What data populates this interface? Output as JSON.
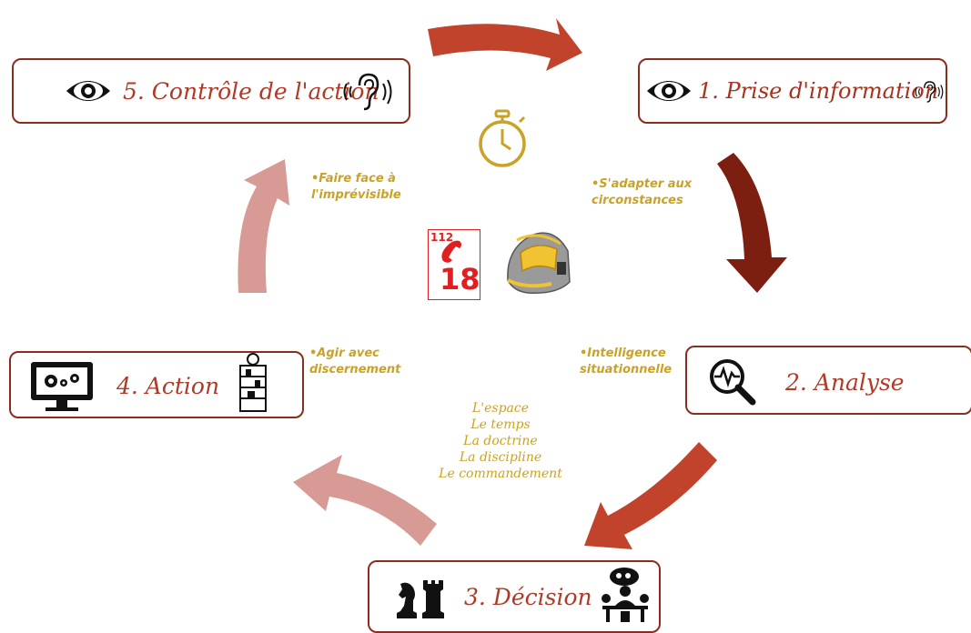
{
  "steps": {
    "s1": {
      "title": "1. Prise d'information"
    },
    "s2": {
      "title": "2. Analyse"
    },
    "s3": {
      "title": "3. Décision"
    },
    "s4": {
      "title": "4. Action"
    },
    "s5": {
      "title": "5. Contrôle de l'action"
    }
  },
  "notes": {
    "adapt": [
      "•S'adapter aux",
      "circonstances"
    ],
    "face": [
      "•Faire face à",
      "l'imprévisible"
    ],
    "intel": [
      "•Intelligence",
      "situationnelle"
    ],
    "agir": [
      "•Agir avec",
      "discernement"
    ]
  },
  "center_list": [
    "L'espace",
    "Le temps",
    "La doctrine",
    "La discipline",
    "Le commandement"
  ],
  "emergency": {
    "top_number": "112",
    "main_number": "18"
  },
  "colors": {
    "border": "#8a2d1e",
    "arrow_top": "#c2432c",
    "arrow_right": "#7d1f10",
    "arrow_bottom_right": "#c2432c",
    "arrow_faded": "#d79a94",
    "gold": "#c9a227",
    "emergency_red": "#e02020"
  },
  "icons": [
    "eye-icon",
    "ear-icon",
    "stopwatch-icon",
    "phone-icon",
    "firefighter-helmet-icon",
    "magnifier-pulse-icon",
    "chess-icon",
    "meeting-icon",
    "monitor-gears-icon",
    "shelf-person-icon"
  ]
}
